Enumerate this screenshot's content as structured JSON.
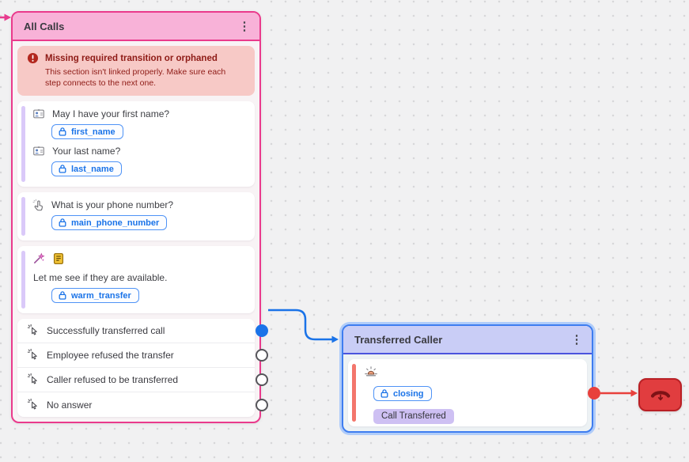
{
  "colors": {
    "pink_accent": "#ea3a8c",
    "pink_header": "#f8b2d8",
    "lavender_header": "#c9cdf6",
    "blue_node_border": "#3e7df0",
    "edge_blue": "#1a73e8",
    "edge_red": "#e8413c",
    "warning_bg": "#f7c9c6",
    "warning_text": "#8e1b16",
    "chip_blue": "#1a73e8",
    "badge_purple_bg": "#cec0f3",
    "end_node_red": "#e13d3f"
  },
  "icons": {
    "kebab_glyph": "⋮"
  },
  "all_calls_node": {
    "title": "All Calls",
    "warning": {
      "title": "Missing required transition or orphaned",
      "description": "This section isn't linked properly. Make sure each step connects to the next one."
    },
    "steps": {
      "name_card": {
        "q1": "May I have your first name?",
        "var1": "first_name",
        "q2": "Your last name?",
        "var2": "last_name"
      },
      "phone_card": {
        "q": "What is your phone number?",
        "var": "main_phone_number"
      },
      "transfer_card": {
        "text": "Let me see if they are available.",
        "var": "warm_transfer"
      }
    },
    "transitions": [
      {
        "label": "Successfully transferred call"
      },
      {
        "label": "Employee refused the transfer"
      },
      {
        "label": "Caller refused to be transferred"
      },
      {
        "label": "No answer"
      }
    ]
  },
  "transferred_caller_node": {
    "title": "Transferred Caller",
    "var": "closing",
    "badge": "Call Transferred"
  }
}
